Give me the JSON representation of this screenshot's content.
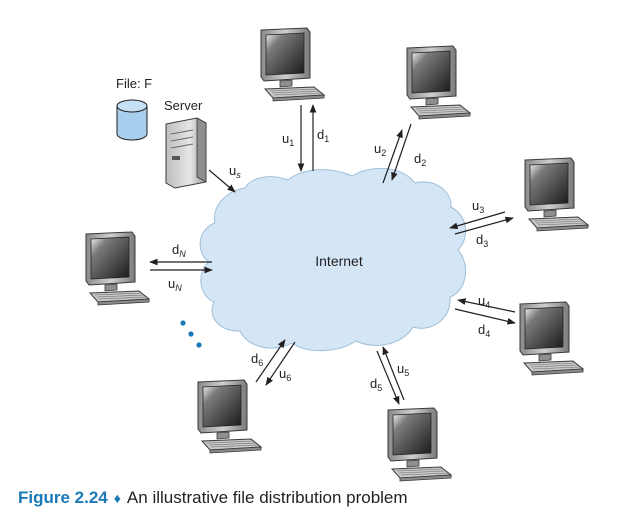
{
  "colors": {
    "cloud_fill": "#d4e6f5",
    "cloud_stroke": "#9fbfd9",
    "figure_label": "#1b79b7",
    "dots": "#1b79b7",
    "file_cylinder": "#a9cfee"
  },
  "file": {
    "label": "File: F",
    "icon": "database-cylinder-icon"
  },
  "server": {
    "label": "Server",
    "icon": "server-tower-icon",
    "upload": {
      "base": "u",
      "sub": "s"
    }
  },
  "internet": {
    "label": "Internet"
  },
  "peers": [
    {
      "id": "1",
      "upload": {
        "base": "u",
        "sub": "1"
      },
      "download": {
        "base": "d",
        "sub": "1"
      }
    },
    {
      "id": "2",
      "upload": {
        "base": "u",
        "sub": "2"
      },
      "download": {
        "base": "d",
        "sub": "2"
      }
    },
    {
      "id": "3",
      "upload": {
        "base": "u",
        "sub": "3"
      },
      "download": {
        "base": "d",
        "sub": "3"
      }
    },
    {
      "id": "4",
      "upload": {
        "base": "u",
        "sub": "4"
      },
      "download": {
        "base": "d",
        "sub": "4"
      }
    },
    {
      "id": "5",
      "upload": {
        "base": "u",
        "sub": "5"
      },
      "download": {
        "base": "d",
        "sub": "5"
      }
    },
    {
      "id": "6",
      "upload": {
        "base": "u",
        "sub": "6"
      },
      "download": {
        "base": "d",
        "sub": "6"
      }
    },
    {
      "id": "N",
      "upload": {
        "base": "u",
        "sub": "N"
      },
      "download": {
        "base": "d",
        "sub": "N"
      }
    }
  ],
  "caption": {
    "figure": "Figure 2.24",
    "separator": "♦",
    "text": "An illustrative file distribution problem"
  }
}
